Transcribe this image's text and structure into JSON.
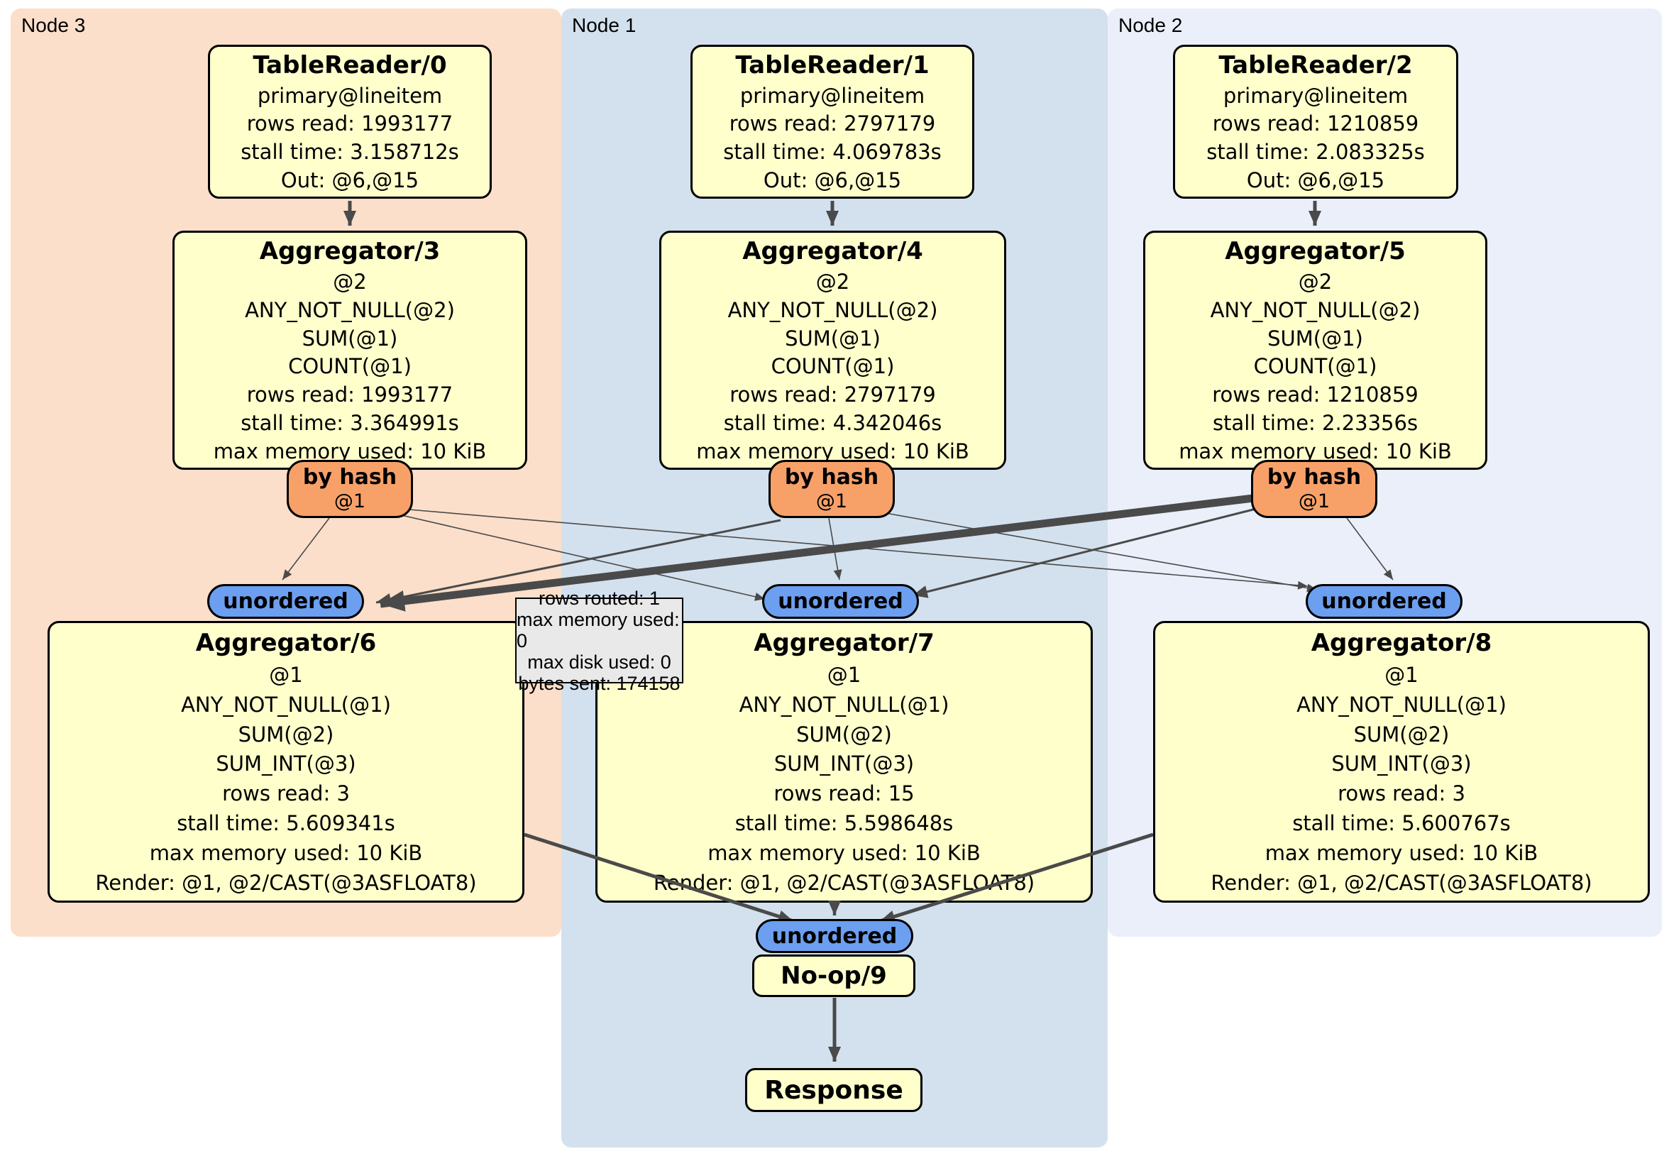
{
  "colors": {
    "panel_node3": "#fbdfca",
    "panel_node1": "#d3e1ee",
    "panel_node2": "#eaeffa",
    "box_fill": "#ffffcc",
    "router_fill": "#f7a169",
    "sync_fill": "#6c9ff0",
    "tooltip_fill": "#e9e9e9",
    "edge": "#4a4a4a"
  },
  "panels": [
    {
      "label": "Node 3"
    },
    {
      "label": "Node 1"
    },
    {
      "label": "Node 2"
    }
  ],
  "processors": {
    "table_readers": [
      {
        "title": "TableReader/0",
        "lines": [
          "primary@lineitem",
          "rows read: 1993177",
          "stall time: 3.158712s",
          "Out: @6,@15"
        ]
      },
      {
        "title": "TableReader/1",
        "lines": [
          "primary@lineitem",
          "rows read: 2797179",
          "stall time: 4.069783s",
          "Out: @6,@15"
        ]
      },
      {
        "title": "TableReader/2",
        "lines": [
          "primary@lineitem",
          "rows read: 1210859",
          "stall time: 2.083325s",
          "Out: @6,@15"
        ]
      }
    ],
    "stage1_aggregators": [
      {
        "title": "Aggregator/3",
        "lines": [
          "@2",
          "ANY_NOT_NULL(@2)",
          "SUM(@1)",
          "COUNT(@1)",
          "rows read: 1993177",
          "stall time: 3.364991s",
          "max memory used: 10 KiB"
        ]
      },
      {
        "title": "Aggregator/4",
        "lines": [
          "@2",
          "ANY_NOT_NULL(@2)",
          "SUM(@1)",
          "COUNT(@1)",
          "rows read: 2797179",
          "stall time: 4.342046s",
          "max memory used: 10 KiB"
        ]
      },
      {
        "title": "Aggregator/5",
        "lines": [
          "@2",
          "ANY_NOT_NULL(@2)",
          "SUM(@1)",
          "COUNT(@1)",
          "rows read: 1210859",
          "stall time: 2.23356s",
          "max memory used: 10 KiB"
        ]
      }
    ],
    "routers": [
      {
        "label": "by hash",
        "key": "@1"
      },
      {
        "label": "by hash",
        "key": "@1"
      },
      {
        "label": "by hash",
        "key": "@1"
      }
    ],
    "syncs": [
      {
        "label": "unordered"
      },
      {
        "label": "unordered"
      },
      {
        "label": "unordered"
      }
    ],
    "stage2_aggregators": [
      {
        "title": "Aggregator/6",
        "lines": [
          "@1",
          "ANY_NOT_NULL(@1)",
          "SUM(@2)",
          "SUM_INT(@3)",
          "rows read: 3",
          "stall time: 5.609341s",
          "max memory used: 10 KiB",
          "Render: @1, @2/CAST(@3ASFLOAT8)"
        ]
      },
      {
        "title": "Aggregator/7",
        "lines": [
          "@1",
          "ANY_NOT_NULL(@1)",
          "SUM(@2)",
          "SUM_INT(@3)",
          "rows read: 15",
          "stall time: 5.598648s",
          "max memory used: 10 KiB",
          "Render: @1, @2/CAST(@3ASFLOAT8)"
        ]
      },
      {
        "title": "Aggregator/8",
        "lines": [
          "@1",
          "ANY_NOT_NULL(@1)",
          "SUM(@2)",
          "SUM_INT(@3)",
          "rows read: 3",
          "stall time: 5.600767s",
          "max memory used: 10 KiB",
          "Render: @1, @2/CAST(@3ASFLOAT8)"
        ]
      }
    ],
    "final_sync": {
      "label": "unordered"
    },
    "noop": {
      "title": "No-op/9"
    },
    "response": {
      "title": "Response"
    }
  },
  "tooltip": {
    "lines": [
      "rows routed: 1",
      "max memory used: 0",
      "max disk used: 0",
      "bytes sent: 174158"
    ]
  }
}
